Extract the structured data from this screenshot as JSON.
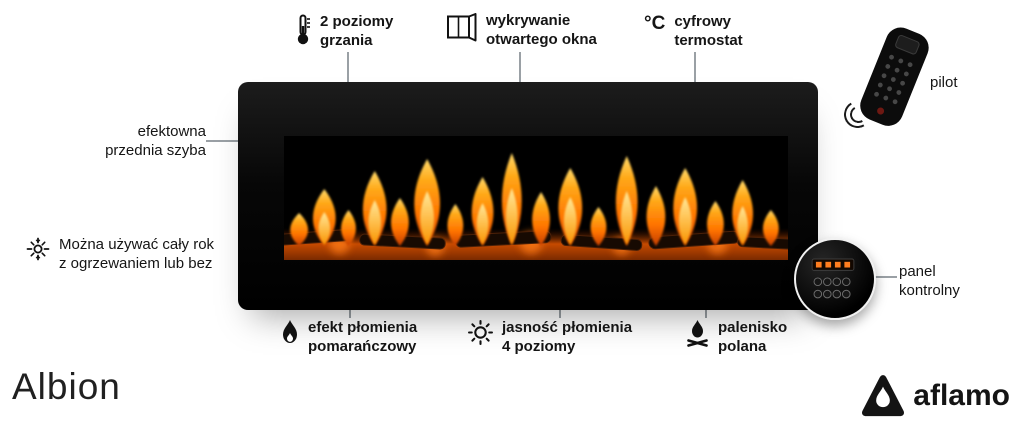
{
  "product": {
    "name": "Albion",
    "brand_wordmark": "aflamo"
  },
  "callouts": {
    "heat_levels": "2 poziomy\ngrzania",
    "open_window": "wykrywanie\notwartego okna",
    "thermostat": "cyfrowy\ntermostat",
    "thermostat_icon_text": "°C",
    "front_glass": "efektowna\nprzednia szyba",
    "year_round": "Można używać cały rok\nz ogrzewaniem lub bez",
    "flame_effect": "efekt płomienia\npomarańczowy",
    "flame_brightness": "jasność płomienia\n4 poziomy",
    "fire_bed": "palenisko\npolana",
    "remote": "pilot",
    "control_panel": "panel\nkontrolny"
  },
  "icons": {
    "heat_levels": "thermometer-icon",
    "open_window": "open-window-icon",
    "thermostat": "celsius-icon",
    "year_round": "sun-snowflake-icon",
    "flame_effect": "flame-icon",
    "flame_brightness": "brightness-icon",
    "fire_bed": "campfire-icon",
    "brand": "aflamo-flame-logo"
  },
  "colors": {
    "flame_orange": "#ff7300",
    "flame_yellow": "#ffd96a",
    "ember_orange": "#c64a00",
    "fireplace_black": "#0a0a0a",
    "text": "#151515",
    "connector_gray": "#9aa0a5"
  }
}
